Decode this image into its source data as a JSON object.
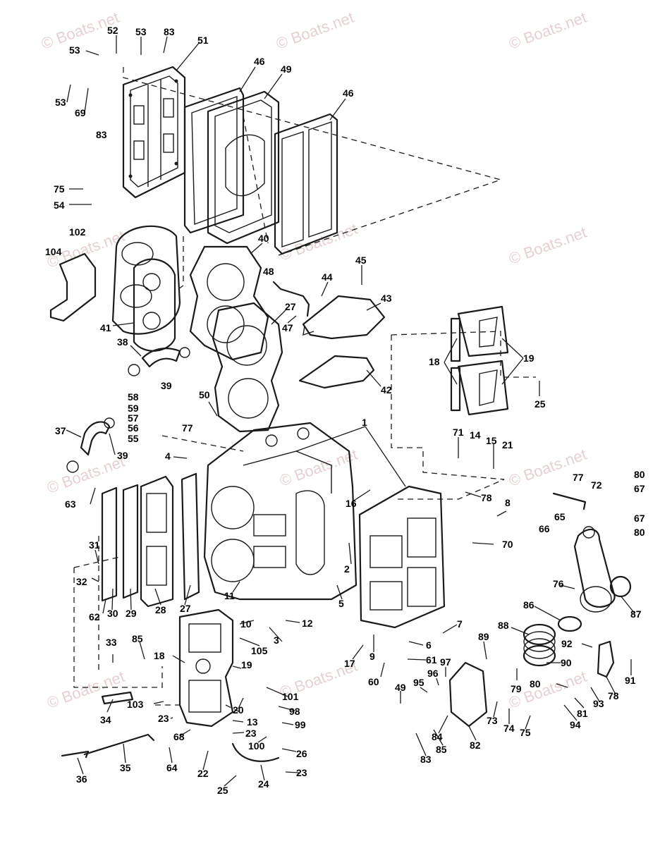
{
  "watermark": "© Boats.net",
  "callouts": [
    {
      "n": "52"
    },
    {
      "n": "53"
    },
    {
      "n": "83"
    },
    {
      "n": "53"
    },
    {
      "n": "51"
    },
    {
      "n": "46"
    },
    {
      "n": "49"
    },
    {
      "n": "53"
    },
    {
      "n": "69"
    },
    {
      "n": "83"
    },
    {
      "n": "46"
    },
    {
      "n": "75"
    },
    {
      "n": "54"
    },
    {
      "n": "102"
    },
    {
      "n": "104"
    },
    {
      "n": "40"
    },
    {
      "n": "48"
    },
    {
      "n": "44"
    },
    {
      "n": "45"
    },
    {
      "n": "43"
    },
    {
      "n": "27"
    },
    {
      "n": "47"
    },
    {
      "n": "41"
    },
    {
      "n": "38"
    },
    {
      "n": "39"
    },
    {
      "n": "42"
    },
    {
      "n": "18"
    },
    {
      "n": "19"
    },
    {
      "n": "25"
    },
    {
      "n": "58"
    },
    {
      "n": "59"
    },
    {
      "n": "57"
    },
    {
      "n": "56"
    },
    {
      "n": "55"
    },
    {
      "n": "50"
    },
    {
      "n": "77"
    },
    {
      "n": "37"
    },
    {
      "n": "39"
    },
    {
      "n": "4"
    },
    {
      "n": "1"
    },
    {
      "n": "71"
    },
    {
      "n": "14"
    },
    {
      "n": "15"
    },
    {
      "n": "21"
    },
    {
      "n": "63"
    },
    {
      "n": "16"
    },
    {
      "n": "78"
    },
    {
      "n": "8"
    },
    {
      "n": "80"
    },
    {
      "n": "77"
    },
    {
      "n": "72"
    },
    {
      "n": "67"
    },
    {
      "n": "67"
    },
    {
      "n": "65"
    },
    {
      "n": "66"
    },
    {
      "n": "80"
    },
    {
      "n": "31"
    },
    {
      "n": "70"
    },
    {
      "n": "2"
    },
    {
      "n": "32"
    },
    {
      "n": "62"
    },
    {
      "n": "30"
    },
    {
      "n": "29"
    },
    {
      "n": "28"
    },
    {
      "n": "27"
    },
    {
      "n": "11"
    },
    {
      "n": "5"
    },
    {
      "n": "76"
    },
    {
      "n": "87"
    },
    {
      "n": "86"
    },
    {
      "n": "10"
    },
    {
      "n": "12"
    },
    {
      "n": "3"
    },
    {
      "n": "7"
    },
    {
      "n": "88"
    },
    {
      "n": "92"
    },
    {
      "n": "33"
    },
    {
      "n": "85"
    },
    {
      "n": "18"
    },
    {
      "n": "19"
    },
    {
      "n": "105"
    },
    {
      "n": "17"
    },
    {
      "n": "9"
    },
    {
      "n": "6"
    },
    {
      "n": "61"
    },
    {
      "n": "89"
    },
    {
      "n": "90"
    },
    {
      "n": "60"
    },
    {
      "n": "97"
    },
    {
      "n": "96"
    },
    {
      "n": "95"
    },
    {
      "n": "79"
    },
    {
      "n": "78"
    },
    {
      "n": "91"
    },
    {
      "n": "101"
    },
    {
      "n": "49"
    },
    {
      "n": "80"
    },
    {
      "n": "34"
    },
    {
      "n": "103"
    },
    {
      "n": "20"
    },
    {
      "n": "98"
    },
    {
      "n": "81"
    },
    {
      "n": "93"
    },
    {
      "n": "23"
    },
    {
      "n": "13"
    },
    {
      "n": "99"
    },
    {
      "n": "73"
    },
    {
      "n": "74"
    },
    {
      "n": "75"
    },
    {
      "n": "94"
    },
    {
      "n": "68"
    },
    {
      "n": "23"
    },
    {
      "n": "100"
    },
    {
      "n": "84"
    },
    {
      "n": "82"
    },
    {
      "n": "85"
    },
    {
      "n": "35"
    },
    {
      "n": "64"
    },
    {
      "n": "26"
    },
    {
      "n": "36"
    },
    {
      "n": "22"
    },
    {
      "n": "24"
    },
    {
      "n": "23"
    },
    {
      "n": "25"
    },
    {
      "n": "83"
    }
  ]
}
